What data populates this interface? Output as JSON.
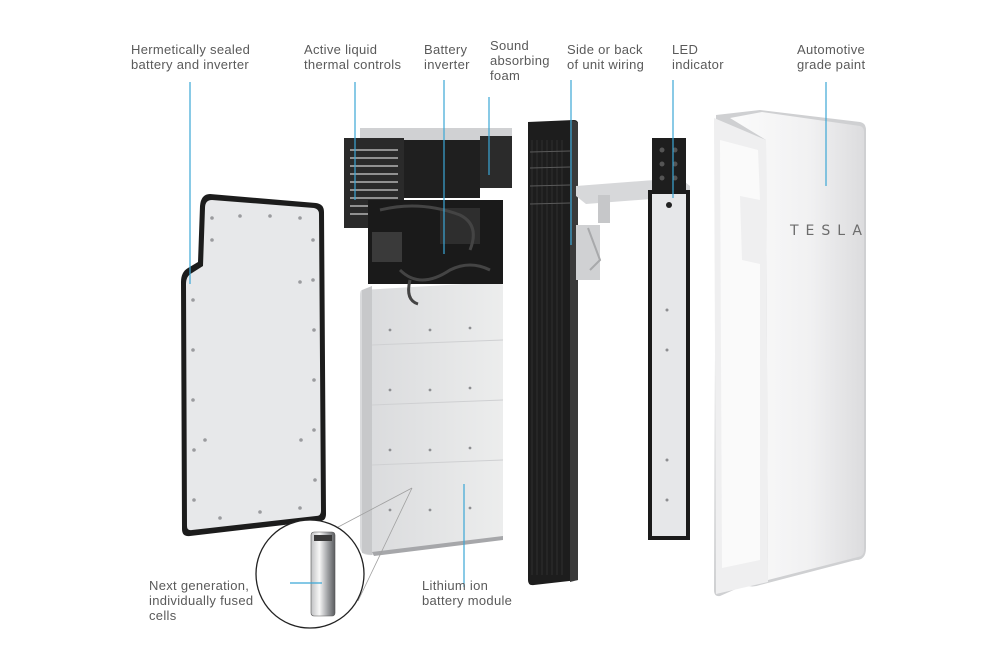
{
  "labels": {
    "sealed": "Hermetically sealed\nbattery and inverter",
    "thermal": "Active liquid\nthermal controls",
    "inverter": "Battery\ninverter",
    "foam": "Sound\nabsorbing\nfoam",
    "wiring": "Side or back\nof unit wiring",
    "led": "LED\nindicator",
    "paint": "Automotive\ngrade paint",
    "cells": "Next generation,\nindividually fused\ncells",
    "module": "Lithium ion\nbattery module"
  },
  "brand_text": "TESLA",
  "colors": {
    "callout_line": "#3ba7d6",
    "text": "#5a5a5a",
    "panel_fill": "#e9eaec",
    "panel_edge": "#1e1e1e",
    "foam": "#202020",
    "cover": "#f4f4f5"
  }
}
